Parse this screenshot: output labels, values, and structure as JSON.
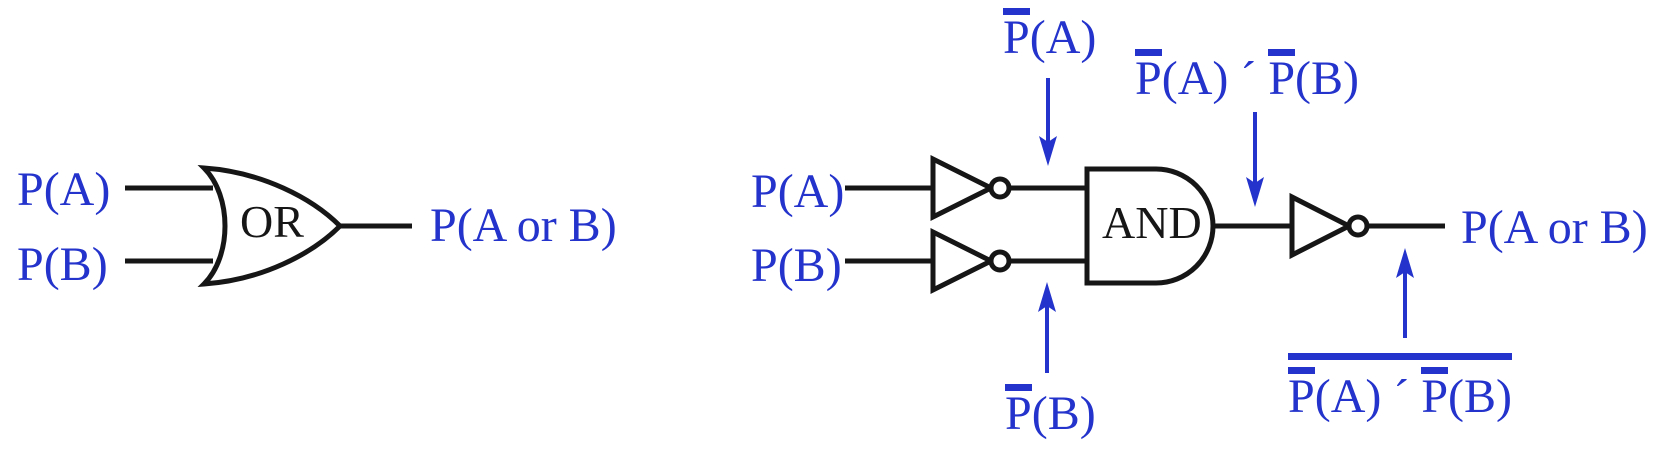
{
  "figure": {
    "colors": {
      "label_blue": "#2333CB",
      "line_black": "#161616"
    },
    "or_circuit": {
      "input_a": "P(A)",
      "input_b": "P(B)",
      "gate_label": "OR",
      "output": "P(A or B)"
    },
    "demorgan_circuit": {
      "input_a": "P(A)",
      "input_b": "P(B)",
      "gate_label": "AND",
      "output": "P(A or B)",
      "not_a": {
        "p": "P",
        "rest": "(A)"
      },
      "not_b": {
        "p": "P",
        "rest": "(B)"
      },
      "product": {
        "p1": "P",
        "r1": "(A)",
        "op": "´",
        "p2": "P",
        "r2": "(B)"
      },
      "double_product": {
        "p1": "P",
        "r1": "(A)",
        "op": "´",
        "p2": "P",
        "r2": "(B)"
      }
    }
  }
}
